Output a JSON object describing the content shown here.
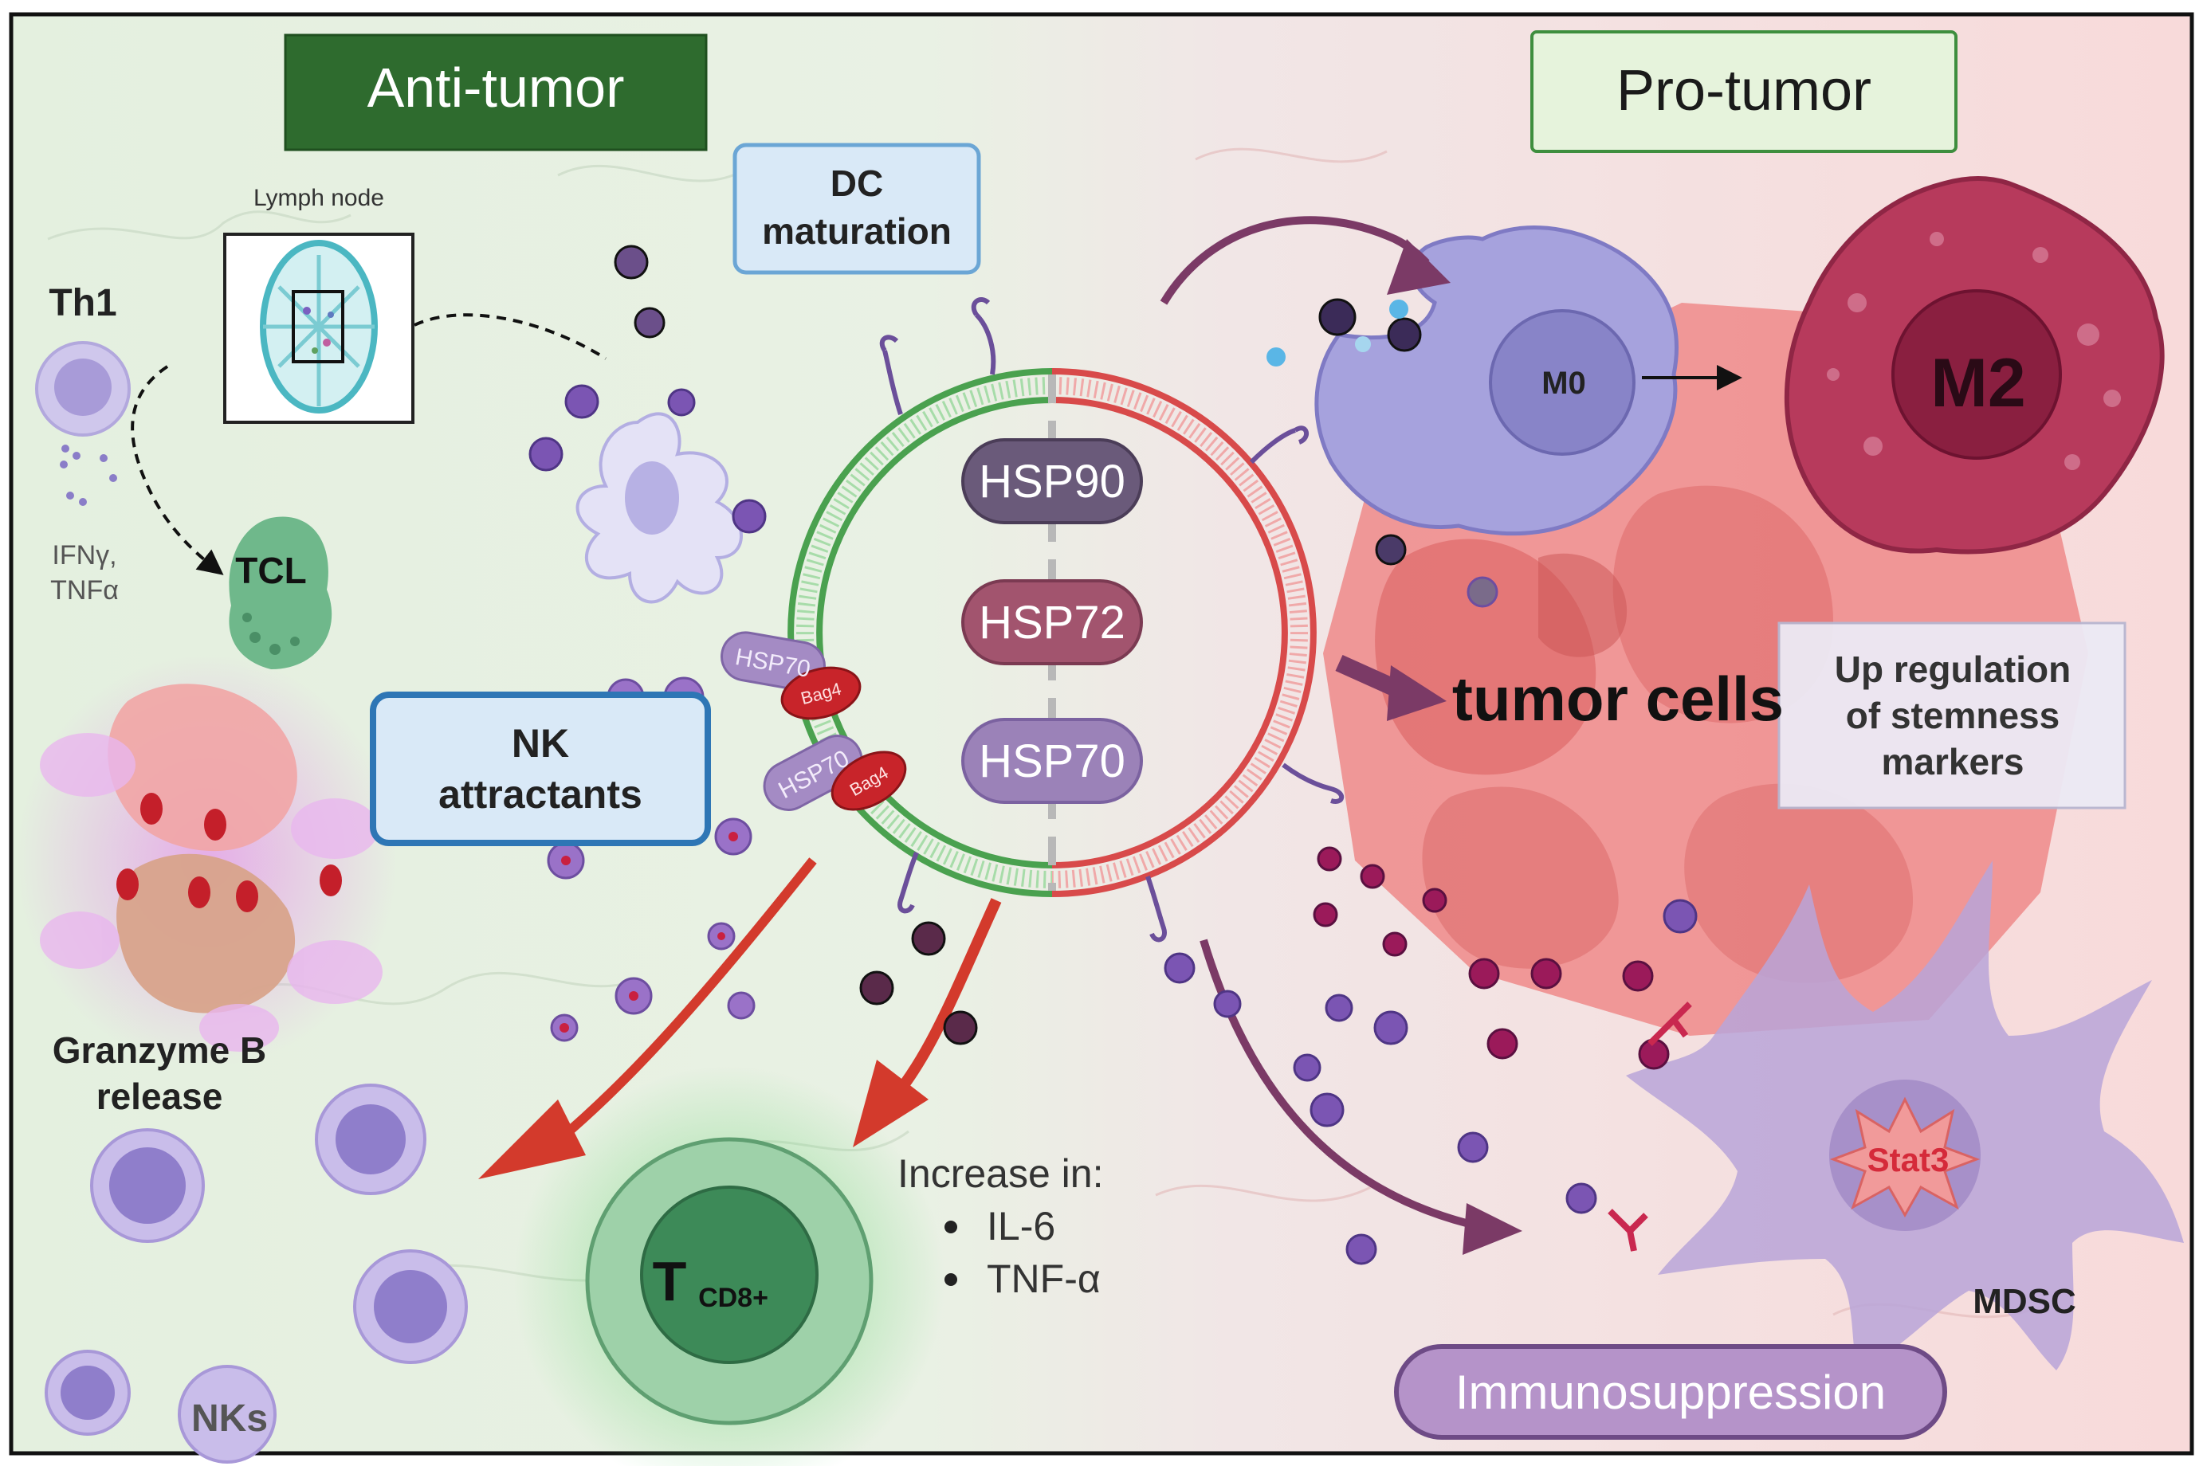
{
  "header": {
    "anti_tumor": "Anti-tumor",
    "pro_tumor": "Pro-tumor"
  },
  "labels": {
    "lymph_node": "Lymph node",
    "th1": "Th1",
    "ifn_line1": "IFNγ,",
    "ifn_line2": "TNFα",
    "tcl": "TCL",
    "dc_line1": "DC",
    "dc_line2": "maturation",
    "nk_line1": "NK",
    "nk_line2": "attractants",
    "granzyme_line1": "Granzyme B",
    "granzyme_line2": "release",
    "nks": "NKs",
    "t_main": "T",
    "t_sub": "CD8+",
    "increase_title": "Increase in:",
    "increase_item1": "IL-6",
    "increase_item2": "TNF-α",
    "hsp90": "HSP90",
    "hsp72": "HSP72",
    "hsp70": "HSP70",
    "hsp70_small": "HSP70",
    "bag4": "Bag4",
    "m0": "M0",
    "m2": "M2",
    "tumor_cells": "tumor cells",
    "upreg_line1": "Up regulation",
    "upreg_line2": "of stemness",
    "upreg_line3": "markers",
    "stat3": "Stat3",
    "mdsc": "MDSC",
    "immunosuppression": "Immunosuppression"
  },
  "colors": {
    "anti_bg": "#e3f0df",
    "pro_bg": "#f7dede",
    "anti_header": "#2e6b2e",
    "pro_header_fill": "#e6f3dc",
    "membrane_green": "#4aa14f",
    "membrane_red": "#d84a4a",
    "hsp90": "#6a5a7a",
    "hsp72": "#a2546e",
    "hsp70": "#9b82b8",
    "m0": "#a6a2dd",
    "m2": "#b73a5c",
    "tumor": "#ec7a7a",
    "mdsc": "#b9a5d8",
    "arrow_red": "#d33a2c",
    "arrow_purple": "#7b3a66",
    "immuno_fill": "#b593c9"
  },
  "icons": [
    "dashed-arrow-icon",
    "curved-arrow-icon",
    "membrane-ring-icon",
    "cytokine-dot-icon"
  ]
}
